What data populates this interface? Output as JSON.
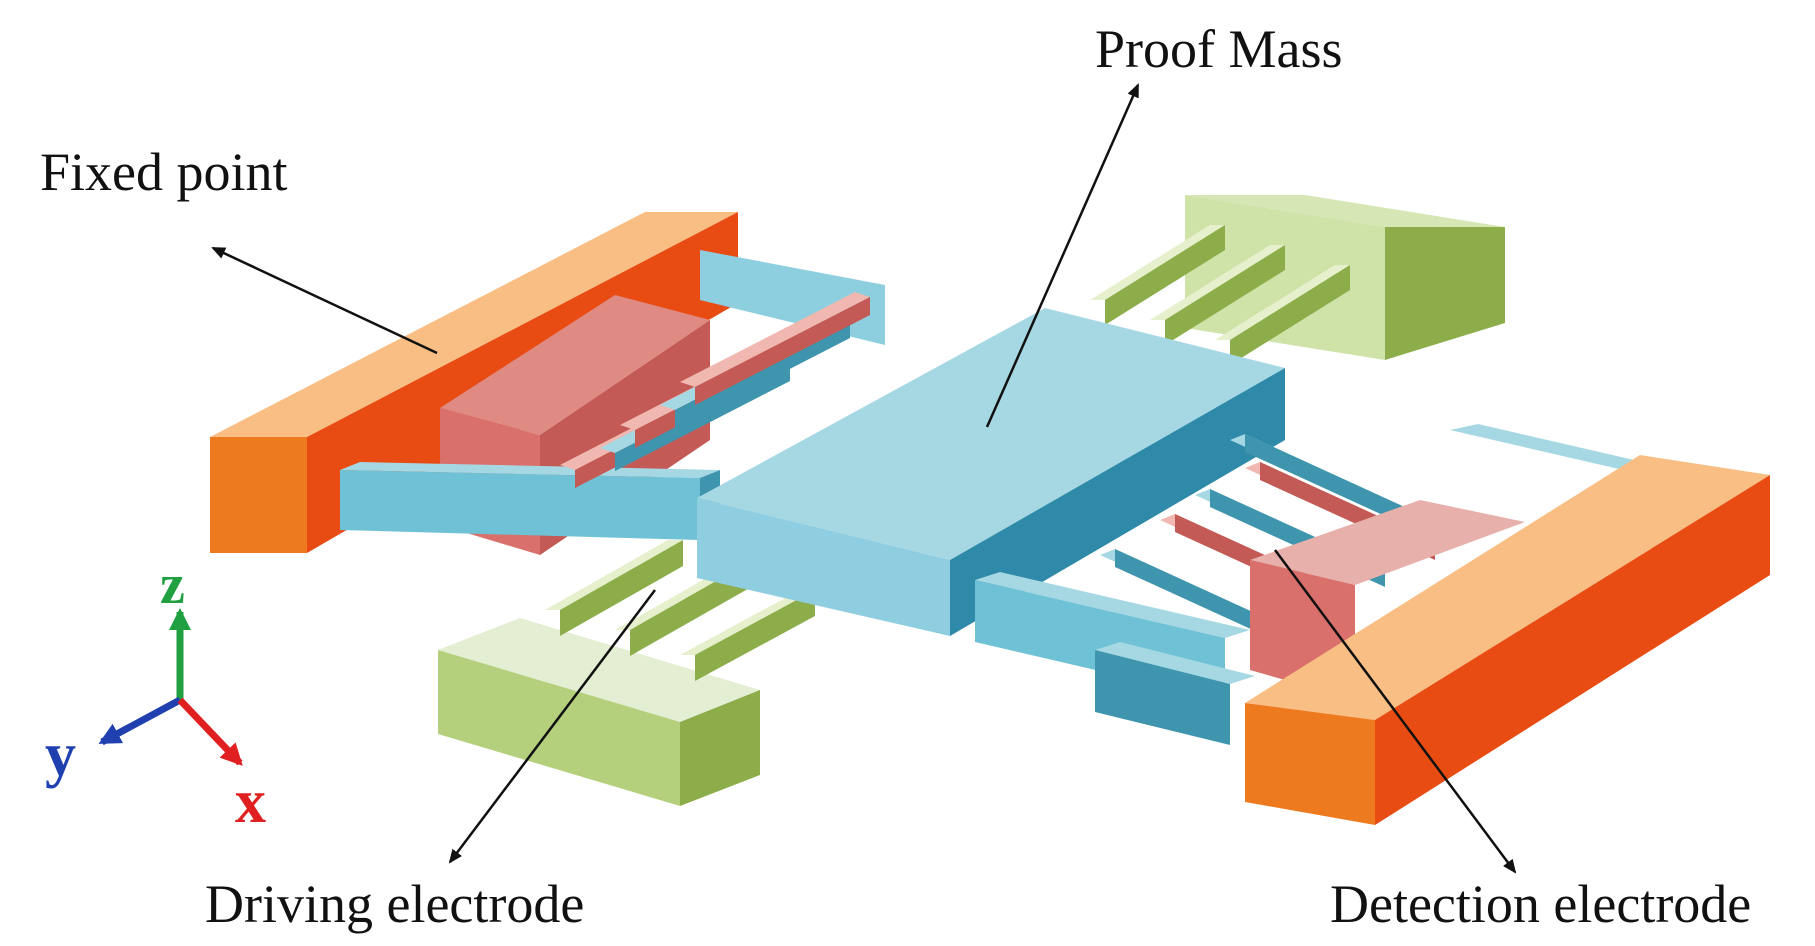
{
  "labels": {
    "proof_mass": "Proof Mass",
    "fixed_point": "Fixed point",
    "driving_electrode": "Driving electrode",
    "detection_electrode": "Detection electrode"
  },
  "axes": {
    "z": "z",
    "y": "y",
    "x": "x"
  },
  "colors": {
    "proof_mass": "#a6d8e4",
    "frame": "#6fc2d6",
    "fixed_anchor": "#f08a32",
    "drive_comb": "#d97a74",
    "sense_comb": "#b7d37f",
    "axis_x": "#e02020",
    "axis_y": "#2040b0",
    "axis_z": "#20a040"
  }
}
